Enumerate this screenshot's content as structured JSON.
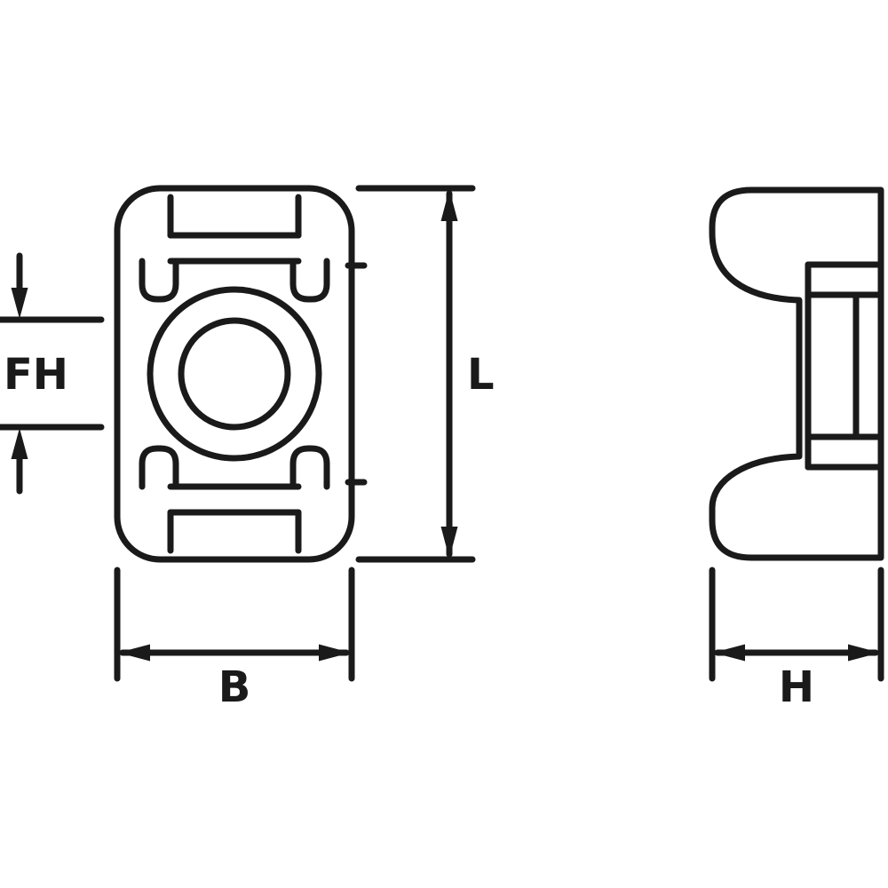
{
  "colors": {
    "ink": "#1a1a1a",
    "background": "#ffffff"
  },
  "drawing": {
    "type": "technical dimension drawing, cable tie screw mount, two orthographic views",
    "labels": {
      "length": "L",
      "width": "B",
      "fixing_hole": "FH",
      "height": "H"
    }
  }
}
